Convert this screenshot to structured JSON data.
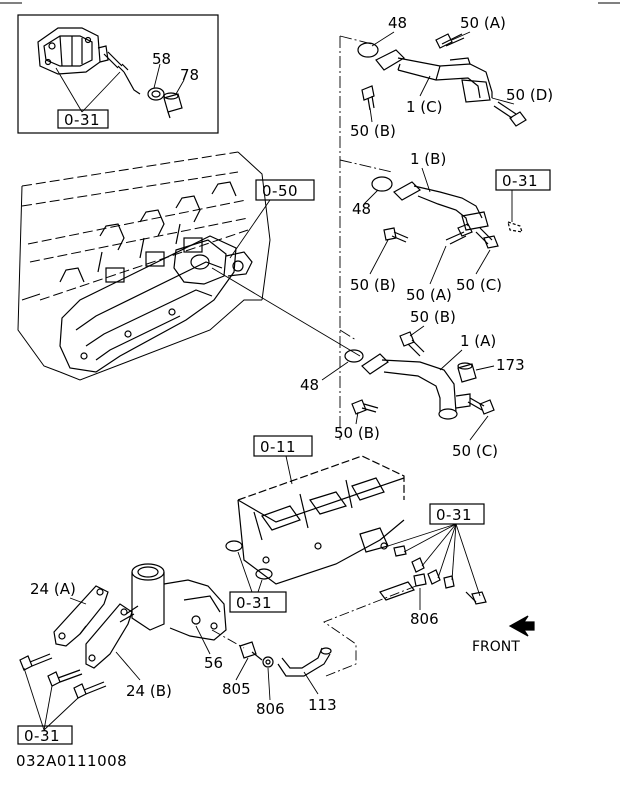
{
  "labels": {
    "p58": "58",
    "p78": "78",
    "p48_top": "48",
    "p50A_top": "50 (A)",
    "p1C": "1 (C)",
    "p50D": "50 (D)",
    "p50B_top": "50 (B)",
    "p1B": "1 (B)",
    "p48_mid": "48",
    "p50B_mid": "50 (B)",
    "p50A_mid": "50 (A)",
    "p50C_mid": "50 (C)",
    "p50B_low_top": "50 (B)",
    "p1A": "1 (A)",
    "p173": "173",
    "p48_low": "48",
    "p50B_low": "50 (B)",
    "p50C_low": "50 (C)",
    "p806_right": "806",
    "front": "FRONT",
    "p24A": "24 (A)",
    "p24B": "24 (B)",
    "p56": "56",
    "p805": "805",
    "p806_bottom": "806",
    "p113": "113"
  },
  "refs": {
    "r031_inset": "0-31",
    "r050": "0-50",
    "r031_mid": "0-31",
    "r011": "0-11",
    "r031_right": "0-31",
    "r031_center": "0-31",
    "r031_bottom": "0-31"
  },
  "drawing_code": "032A0111008"
}
